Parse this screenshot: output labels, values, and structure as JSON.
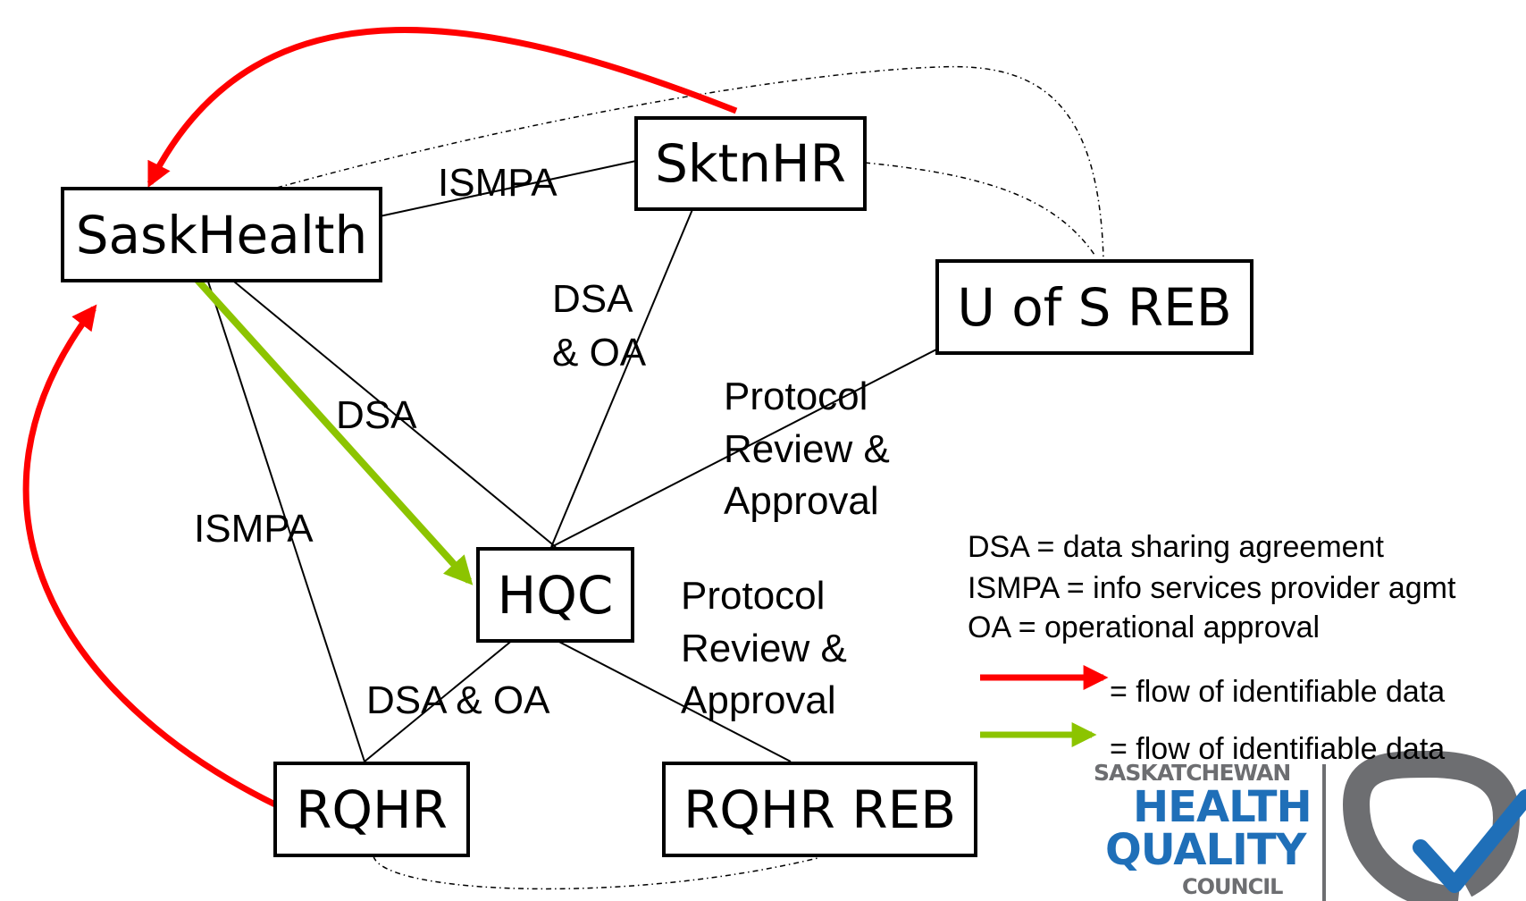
{
  "nodes": {
    "saskhealth": "SaskHealth",
    "sktnhr": "SktnHR",
    "uofs_reb": "U of S REB",
    "hqc": "HQC",
    "rqhr": "RQHR",
    "rqhr_reb": "RQHR REB"
  },
  "edge_labels": {
    "ismpa_top": "ISMPA",
    "dsa_oa_top_1": "DSA",
    "dsa_oa_top_2": "& OA",
    "dsa_mid": "DSA",
    "protocol_top_1": "Protocol",
    "protocol_top_2": "Review &",
    "protocol_top_3": "Approval",
    "ismpa_left": "ISMPA",
    "protocol_bottom_1": "Protocol",
    "protocol_bottom_2": "Review &",
    "protocol_bottom_3": "Approval",
    "dsa_oa_bottom": "DSA & OA"
  },
  "legend": {
    "dsa": "DSA = data sharing agreement",
    "ismpa": "ISMPA = info services provider agmt",
    "oa": "OA = operational approval",
    "red_arrow": "= flow of identifiable data",
    "green_arrow": "= flow of identifiable data"
  },
  "logo": {
    "line1": "SASKATCHEWAN",
    "line2": "HEALTH",
    "line3": "QUALITY",
    "line4": "COUNCIL"
  },
  "colors": {
    "red_arrow": "#ff0000",
    "green_arrow": "#8cc400",
    "logo_blue": "#1f6fb8",
    "logo_grey": "#6d6e71"
  }
}
